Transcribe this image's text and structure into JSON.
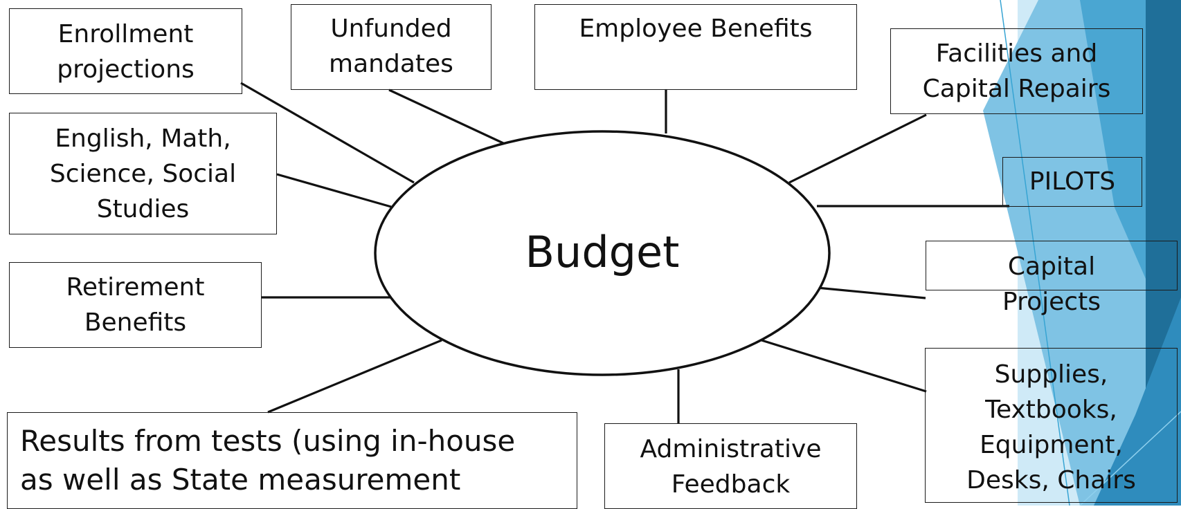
{
  "center": {
    "label": "Budget"
  },
  "nodes": {
    "enrollment": [
      "Enrollment",
      "projections"
    ],
    "unfunded": [
      "Unfunded",
      "mandates"
    ],
    "employee_benefits": [
      "Employee Benefits"
    ],
    "facilities": [
      "Facilities and",
      "Capital Repairs"
    ],
    "core_subjects": [
      "English, Math,",
      "Science, Social",
      "Studies"
    ],
    "pilots": [
      "PILOTS"
    ],
    "retirement": [
      "Retirement",
      "Benefits"
    ],
    "capital_projects": [
      "Capital",
      "Projects"
    ],
    "supplies": [
      "Supplies,",
      "Textbooks,",
      "Equipment,",
      "Desks, Chairs"
    ],
    "results": [
      "Results from tests (using in-house",
      "as well as State measurement"
    ],
    "admin_feedback": [
      "Administrative",
      "Feedback"
    ]
  },
  "colors": {
    "accent_dark": "#1f6f99",
    "accent_mid": "#3d9bc6",
    "accent_light": "#a9d7ee",
    "line": "#111111"
  }
}
